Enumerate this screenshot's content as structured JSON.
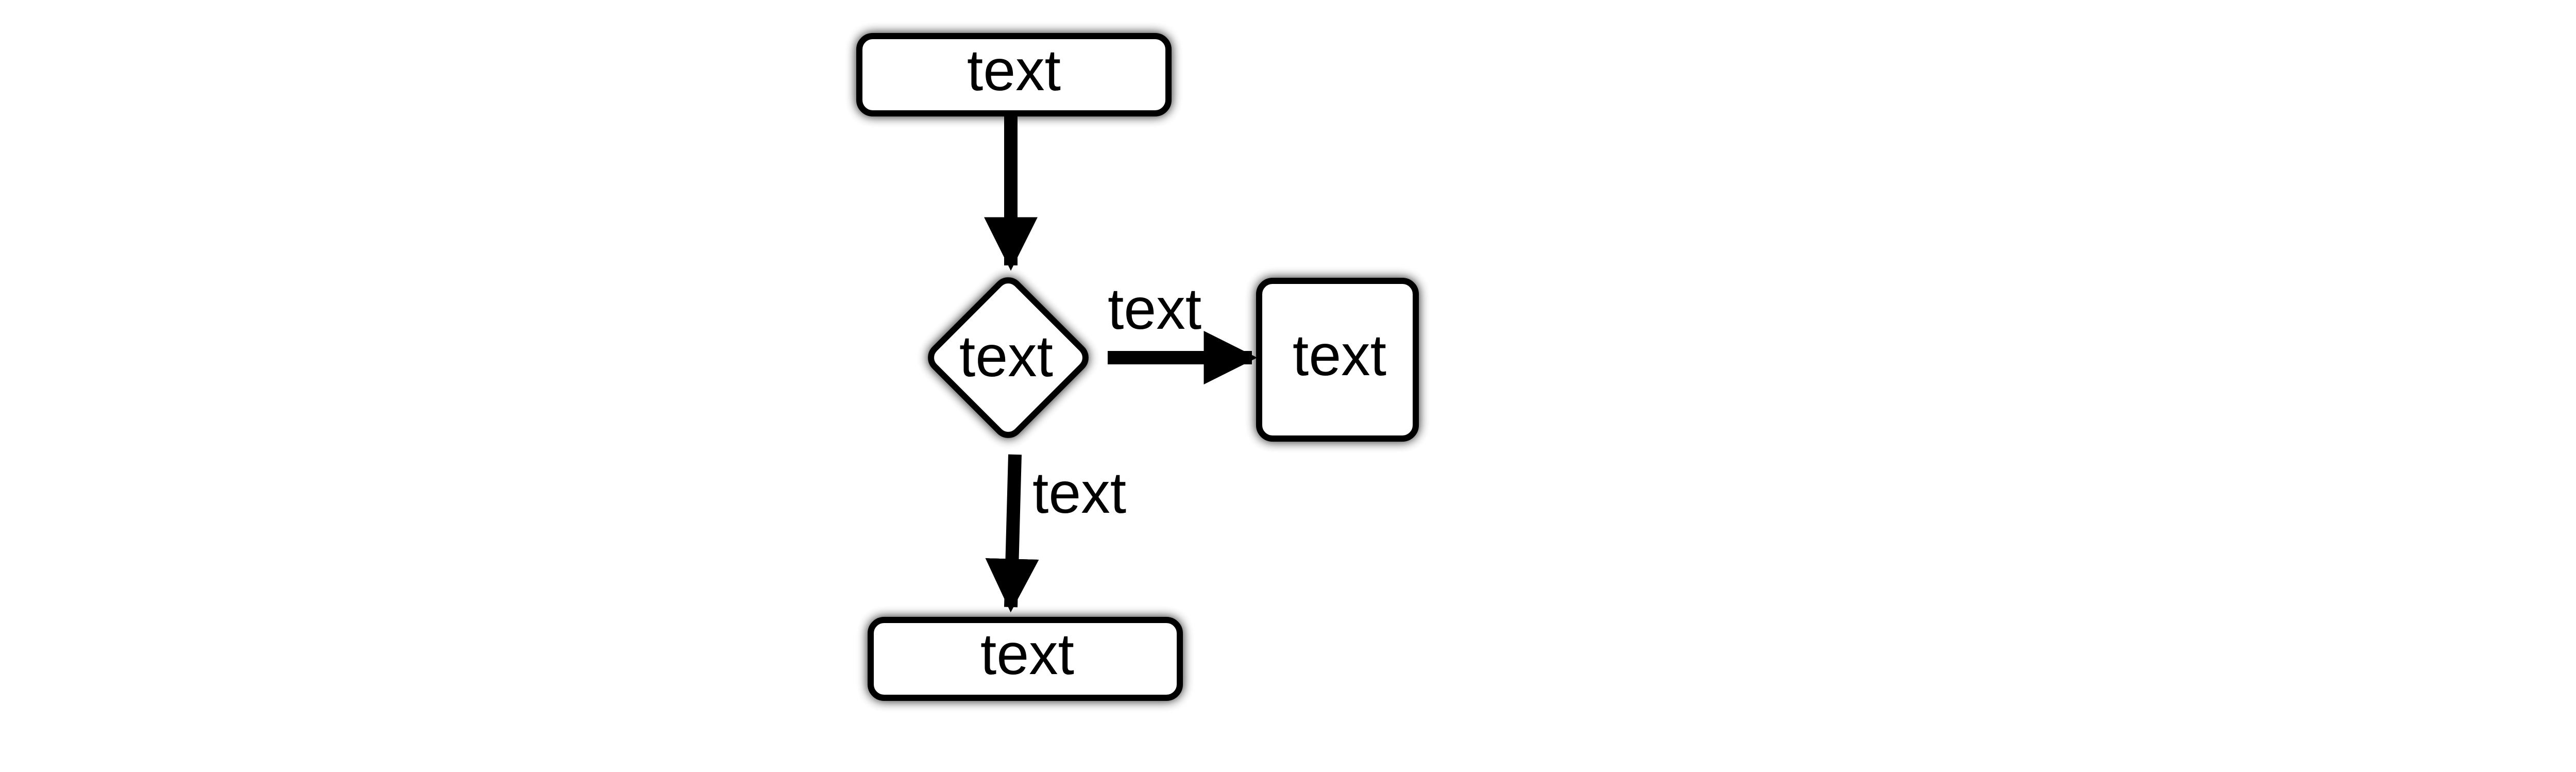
{
  "diagram": {
    "nodes": {
      "start": {
        "label": "text"
      },
      "decision": {
        "label": "text"
      },
      "right_box": {
        "label": "text"
      },
      "bottom_box": {
        "label": "text"
      }
    },
    "edges": {
      "decision_to_right": {
        "label": "text"
      },
      "decision_to_bottom": {
        "label": "text"
      }
    },
    "colors": {
      "stroke": "#000000",
      "fill": "#ffffff",
      "shadow": "#000000"
    }
  }
}
